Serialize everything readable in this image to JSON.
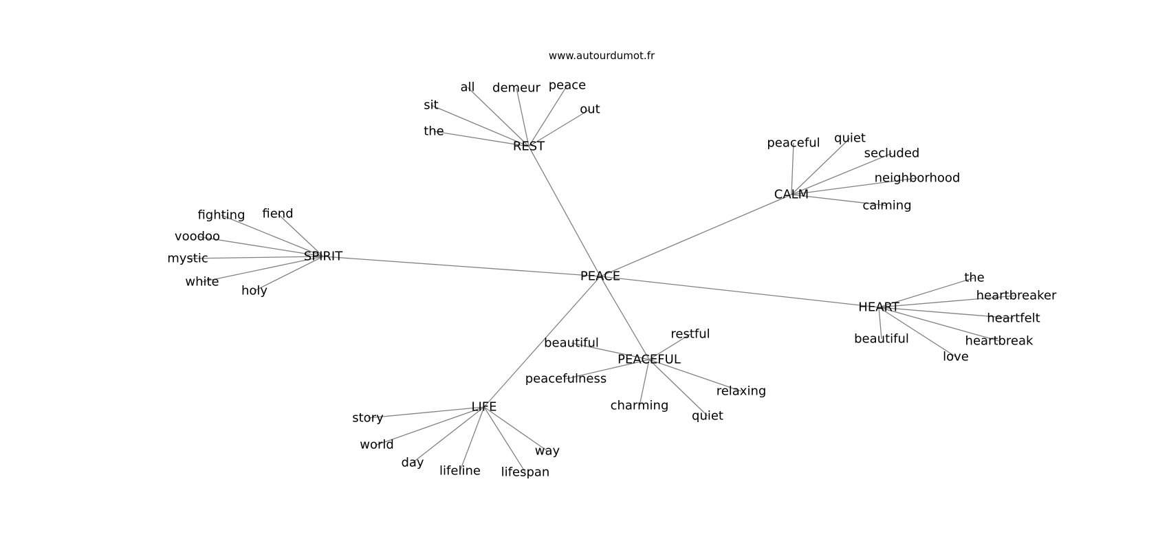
{
  "source": "www.autourdumot.fr",
  "center": "PEACE",
  "clusters": [
    {
      "hub": "REST",
      "leaves": [
        "all",
        "demeur",
        "peace",
        "sit",
        "out",
        "the"
      ]
    },
    {
      "hub": "CALM",
      "leaves": [
        "peaceful",
        "quiet",
        "secluded",
        "neighborhood",
        "calming"
      ]
    },
    {
      "hub": "SPIRIT",
      "leaves": [
        "fighting",
        "fiend",
        "voodoo",
        "mystic",
        "white",
        "holy"
      ]
    },
    {
      "hub": "HEART",
      "leaves": [
        "the",
        "heartbreaker",
        "heartfelt",
        "heartbreak",
        "beautiful",
        "love"
      ]
    },
    {
      "hub": "PEACEFUL",
      "leaves": [
        "restful",
        "beautiful",
        "peacefulness",
        "relaxing",
        "charming",
        "quiet"
      ]
    },
    {
      "hub": "LIFE",
      "leaves": [
        "story",
        "world",
        "day",
        "lifeline",
        "lifespan",
        "way"
      ]
    }
  ]
}
